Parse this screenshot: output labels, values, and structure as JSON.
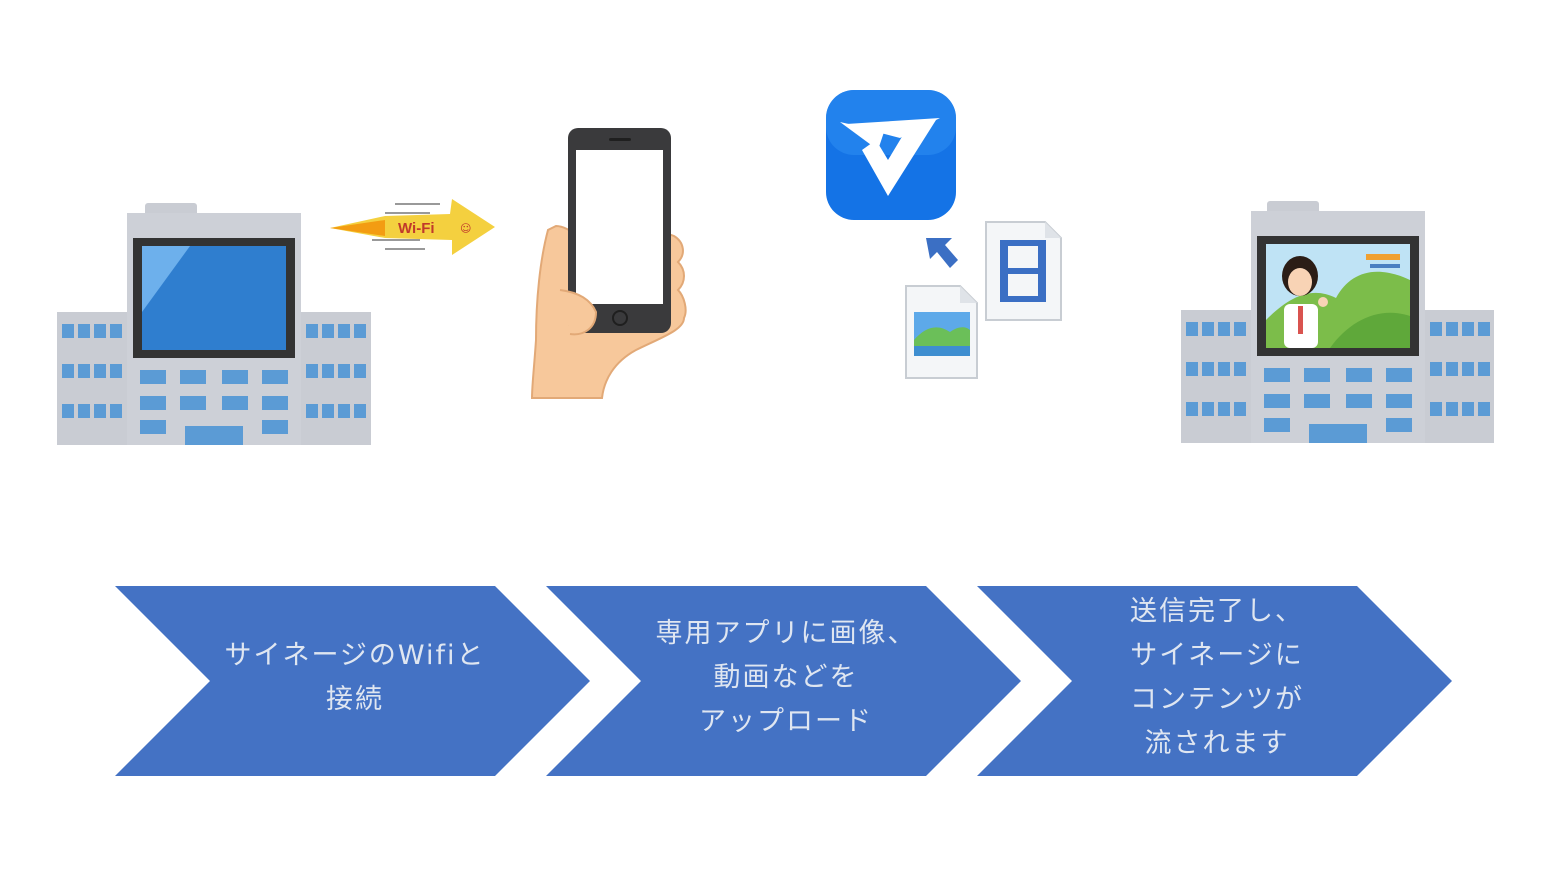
{
  "illustrations": {
    "wifi_badge_text": "Wi-Fi",
    "building_left": "building-with-blank-signage",
    "phone": "smartphone-in-hand",
    "app_icon": "signage-app-icon",
    "media_files": [
      "image-file-icon",
      "video-file-icon"
    ],
    "building_right": "building-with-signage-showing-content"
  },
  "steps": [
    {
      "lines": [
        "サイネージのWifiと",
        "接続"
      ]
    },
    {
      "lines": [
        "専用アプリに画像、",
        "動画などを",
        "アップロード"
      ]
    },
    {
      "lines": [
        "送信完了し、",
        "サイネージに",
        "コンテンツが",
        "流されます"
      ]
    }
  ],
  "colors": {
    "chevron": "#4472c4",
    "chevron_text": "#dfe6f1",
    "app_icon_blue": "#1473e6",
    "wifi_yellow": "#f4d03f",
    "building_gray": "#c9ccd3",
    "window_blue": "#5b9bd5"
  }
}
